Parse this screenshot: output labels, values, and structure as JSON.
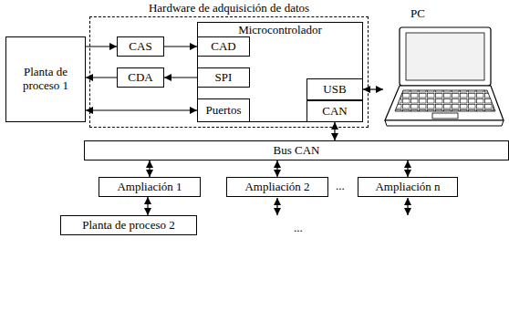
{
  "diagram": {
    "nodes": [
      {
        "text": [
          "Hardware de adquisición de datos"
        ]
      },
      {
        "text": [
          "CAS"
        ],
        "in": 0
      },
      {
        "text": [
          "CDA"
        ],
        "in": 0
      },
      {
        "text": [
          "Microcontrolador"
        ],
        "in": 0
      },
      {
        "text": [
          "CAD"
        ],
        "in": 3
      },
      {
        "text": [
          "SPI"
        ],
        "in": 3
      },
      {
        "text": [
          "Puertos"
        ],
        "in": 3
      },
      {
        "text": [
          "USB"
        ],
        "in": 3
      },
      {
        "text": [
          "CAN"
        ],
        "in": 3
      },
      {
        "text": [
          "Planta de proceso 1"
        ]
      },
      {
        "text": [
          "PC"
        ]
      },
      {
        "text": [
          "Bus CAN"
        ]
      },
      {
        "text": [
          "Ampliación 1"
        ]
      },
      {
        "text": [
          "Ampliación 2"
        ]
      },
      {
        "text": [
          "Ampliación n"
        ]
      },
      {
        "text": [
          "Planta de proceso 2"
        ]
      }
    ],
    "edges": [
      {
        "from": 9,
        "to": 1,
        "arrow": "to"
      },
      {
        "from": 1,
        "to": 4,
        "arrow": "to"
      },
      {
        "from": 5,
        "to": 2,
        "arrow": "to"
      },
      {
        "from": 2,
        "to": 9,
        "arrow": "to"
      },
      {
        "from": 9,
        "to": 6,
        "arrow": "both"
      },
      {
        "from": 7,
        "to": 10,
        "arrow": "both"
      },
      {
        "from": 8,
        "to": 11,
        "arrow": "both"
      },
      {
        "from": 11,
        "to": 12,
        "arrow": "both"
      },
      {
        "from": 11,
        "to": 13,
        "arrow": "both"
      },
      {
        "from": 11,
        "to": 14,
        "arrow": "both"
      },
      {
        "from": 12,
        "to": 15,
        "arrow": "both"
      }
    ],
    "labels": [
      "...",
      "..."
    ]
  }
}
